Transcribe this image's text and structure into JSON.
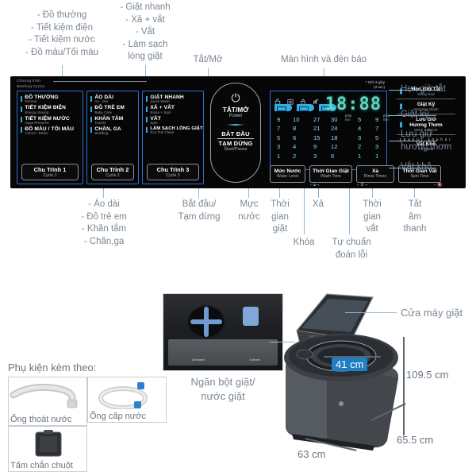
{
  "top_callouts": {
    "left_group": "- Đồ thường\n- Tiết kiệm điện\n- Tiết kiệm nước\n- Đồ màu/Tối màu",
    "mid_group": "- Giặt nhanh\n- Xả + vắt\n- Vắt\n- Làm sạch\nlòng giặt",
    "power": "Tắt/Mở",
    "display": "Màn hình và đèn báo"
  },
  "right_callouts": {
    "delay_end": "Hẹn giờ tắt",
    "intensive": "Giặt kỹ",
    "softener": "Lưu giữ\nhương thơm",
    "airturbo": "Vắt khô"
  },
  "bottom_callouts": {
    "cycle2_group": "- Áo dài\n- Đồ trẻ em\n- Khăn tắm\n- Chăn,ga",
    "start_pause": "Bắt đầu/\nTạm dừng",
    "water_level": "Mực\nnước",
    "wash_time": "Thời\ngian\ngiặt",
    "rinse": "Xả",
    "spin_time": "Thời\ngian\nvắt",
    "sound_off": "Tắt\nâm\nthanh",
    "lock": "Khóa",
    "self_diagnosis": "Tự chuẩn\nđoán lỗi"
  },
  "panel": {
    "program_header_vn": "Chương trình",
    "program_header_en": "Washing Cycles",
    "cycle_groups": [
      {
        "button_vn": "Chu Trình 1",
        "button_en": "Cycle 1",
        "programs": [
          {
            "vn": "ĐỒ THƯỜNG",
            "en": "Normal"
          },
          {
            "vn": "TIẾT KIỆM ĐIỆN",
            "en": "Energy Saving"
          },
          {
            "vn": "TIẾT KIỆM NƯỚC",
            "en": "Aqua Preserve"
          },
          {
            "vn": "ĐỒ MÀU / TỐI MÀU",
            "en": "Colors / Darks"
          }
        ]
      },
      {
        "button_vn": "Chu Trình 2",
        "button_en": "Cycle 2",
        "programs": [
          {
            "vn": "ÁO DÀI",
            "en": "Ao - Dai"
          },
          {
            "vn": "ĐỒ TRẺ EM",
            "en": "Baby Care"
          },
          {
            "vn": "KHĂN TẮM",
            "en": "Towels"
          },
          {
            "vn": "CHĂN, GA",
            "en": "Bedding"
          }
        ]
      },
      {
        "button_vn": "Chu Trình 3",
        "button_en": "Cycle 3",
        "programs": [
          {
            "vn": "GIẶT NHANH",
            "en": "Quick Wash"
          },
          {
            "vn": "XẢ + VẮT",
            "en": "Rinse + Spin"
          },
          {
            "vn": "VẮT",
            "en": "Spin"
          },
          {
            "vn": "LÀM SẠCH LÒNG GIẶT",
            "en": "Eco Tub Clean"
          }
        ]
      }
    ],
    "power_button": {
      "icon": "power-icon",
      "vn": "TẮT/MỞ",
      "en": "Power",
      "start_vn_line1": "BẮT ĐẦU",
      "start_vn_line2": "TẠM DỪNG",
      "start_en": "Start/Pause"
    },
    "display": {
      "hold_note_line1": "* Giữ 3 giây",
      "hold_note_line2": "(3 sec)",
      "segments": "18:88",
      "status_icons": [
        "lock-open-icon",
        "tub-icon",
        "padlock-icon",
        "mute-icon"
      ],
      "badge_icons": [
        "wash-badge-icon",
        "rinse-badge-icon",
        "spin-badge-icon"
      ],
      "columns": [
        {
          "values": [
            "9",
            "7",
            "5",
            "3",
            "1"
          ],
          "unit": ""
        },
        {
          "values": [
            "10",
            "8",
            "6",
            "4",
            "2"
          ],
          "unit": ""
        },
        {
          "values": [
            "27",
            "21",
            "15",
            "9",
            "3"
          ],
          "unit": ""
        },
        {
          "values": [
            "30",
            "24",
            "18",
            "12",
            "6"
          ],
          "unit": "phút\nmin"
        },
        {
          "values": [
            "5",
            "4",
            "3",
            "2",
            "1"
          ],
          "unit": ""
        },
        {
          "values": [
            "9",
            "7",
            "5",
            "3",
            "1"
          ],
          "unit": "phút\nmin"
        }
      ]
    },
    "bottom_buttons": [
      {
        "vn": "Mức Nước",
        "en": "Water Level"
      },
      {
        "vn": "Thời Gian Giặt",
        "en": "Wash Time"
      },
      {
        "vn": "Xả",
        "en": "Rinse Times"
      },
      {
        "vn": "Thời Gian Vắt",
        "en": "Spin Time"
      }
    ],
    "mini_icons": {
      "lock": "⌐ 🔒 ¬",
      "diag": "⌐ ⚙ ¬",
      "sound": "🔇"
    },
    "options": [
      {
        "vn": "Hẹn Giờ Tắt",
        "en": "Delay End",
        "pre": ""
      },
      {
        "vn": "Giặt Kỹ",
        "en": "Intensive Wash",
        "pre": ""
      },
      {
        "vn": "Lưu Giữ\nHương Thơm",
        "en": "Deep Softener",
        "pre": ""
      },
      {
        "vn": "Vắt Khô",
        "en": "Air Turbo",
        "pre": "15phút   30phút"
      }
    ]
  },
  "photos": {
    "drawer_caption": "Ngăn bột giặt/\nnước giặt",
    "drawer_label_left": "Detergent",
    "drawer_label_right": "Softener",
    "door_callout": "Cửa máy giặt"
  },
  "accessories": {
    "title": "Phụ kiện kèm theo:",
    "items": [
      {
        "label": "Ống thoát nước",
        "icon": "drain-hose-icon"
      },
      {
        "label": "Ống cấp nước",
        "icon": "supply-hose-icon"
      },
      {
        "label": "Tấm chắn chuột",
        "icon": "mouse-guard-icon"
      }
    ]
  },
  "dimensions": {
    "drum": "41 cm",
    "height": "109.5 cm",
    "depth": "65.5 cm",
    "width": "63 cm"
  },
  "colors": {
    "accent_blue": "#2f6fd0",
    "led_blue": "#35a8e0",
    "display_green": "#5fd6c0",
    "badge_blue": "#1f7ec4",
    "callout_gray": "#7b8794"
  }
}
